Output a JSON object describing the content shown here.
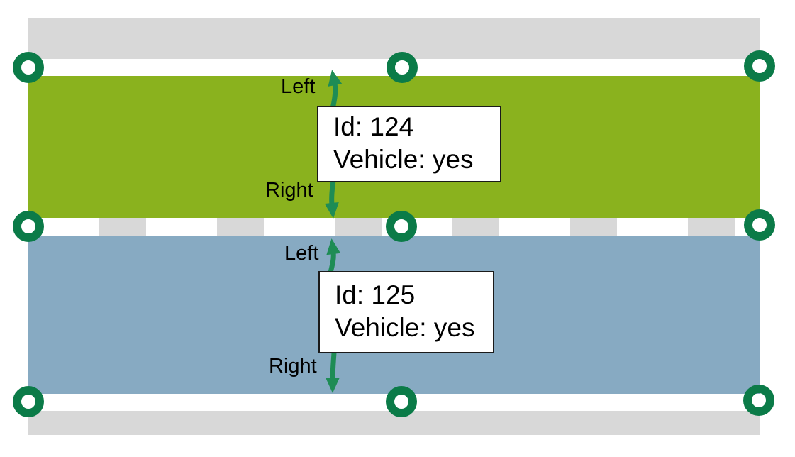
{
  "colors": {
    "road_gray": "#d8d8d8",
    "marking_white": "#ffffff",
    "lane_green": "#8ab21e",
    "lane_blue": "#87aac2",
    "node_ring_green": "#0b7b48",
    "arrow_green": "#1e8c55",
    "box_border": "#1a1a1a",
    "text_black": "#000000"
  },
  "lanes": [
    {
      "id_text": "Id: 124",
      "vehicle_text": "Vehicle: yes",
      "left_boundary_label": "Left",
      "right_boundary_label": "Right"
    },
    {
      "id_text": "Id: 125",
      "vehicle_text": "Vehicle: yes",
      "left_boundary_label": "Left",
      "right_boundary_label": "Right"
    }
  ]
}
